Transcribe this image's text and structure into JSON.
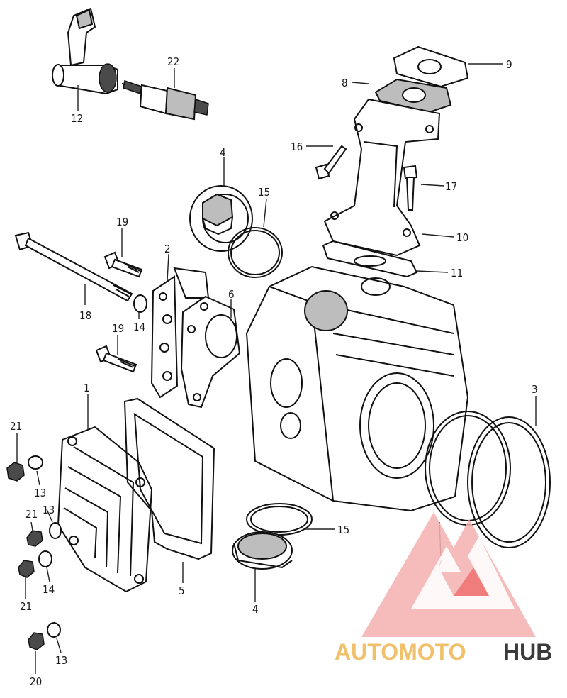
{
  "diagram": {
    "callouts": [
      {
        "id": "c1",
        "text": "1"
      },
      {
        "id": "c2",
        "text": "2"
      },
      {
        "id": "c3",
        "text": "3"
      },
      {
        "id": "c4a",
        "text": "4"
      },
      {
        "id": "c4b",
        "text": "4"
      },
      {
        "id": "c5",
        "text": "5"
      },
      {
        "id": "c6",
        "text": "6"
      },
      {
        "id": "c7",
        "text": "7"
      },
      {
        "id": "c8",
        "text": "8"
      },
      {
        "id": "c9",
        "text": "9"
      },
      {
        "id": "c10",
        "text": "10"
      },
      {
        "id": "c11",
        "text": "11"
      },
      {
        "id": "c12",
        "text": "12"
      },
      {
        "id": "c13a",
        "text": "13"
      },
      {
        "id": "c13b",
        "text": "13"
      },
      {
        "id": "c13c",
        "text": "13"
      },
      {
        "id": "c14a",
        "text": "14"
      },
      {
        "id": "c14b",
        "text": "14"
      },
      {
        "id": "c15a",
        "text": "15"
      },
      {
        "id": "c15b",
        "text": "15"
      },
      {
        "id": "c16",
        "text": "16"
      },
      {
        "id": "c17",
        "text": "17"
      },
      {
        "id": "c18",
        "text": "18"
      },
      {
        "id": "c19a",
        "text": "19"
      },
      {
        "id": "c19b",
        "text": "19"
      },
      {
        "id": "c20",
        "text": "20"
      },
      {
        "id": "c21a",
        "text": "21"
      },
      {
        "id": "c21b",
        "text": "21"
      },
      {
        "id": "c21c",
        "text": "21"
      },
      {
        "id": "c22",
        "text": "22"
      }
    ]
  },
  "watermark": {
    "word_part1": "AUTOMOTO",
    "word_part2": "HUB",
    "color_light": "#f5b3b3",
    "color_red": "#ee6b6b",
    "color_yellow": "#f0c06a",
    "color_dark": "#3a3a3a"
  }
}
